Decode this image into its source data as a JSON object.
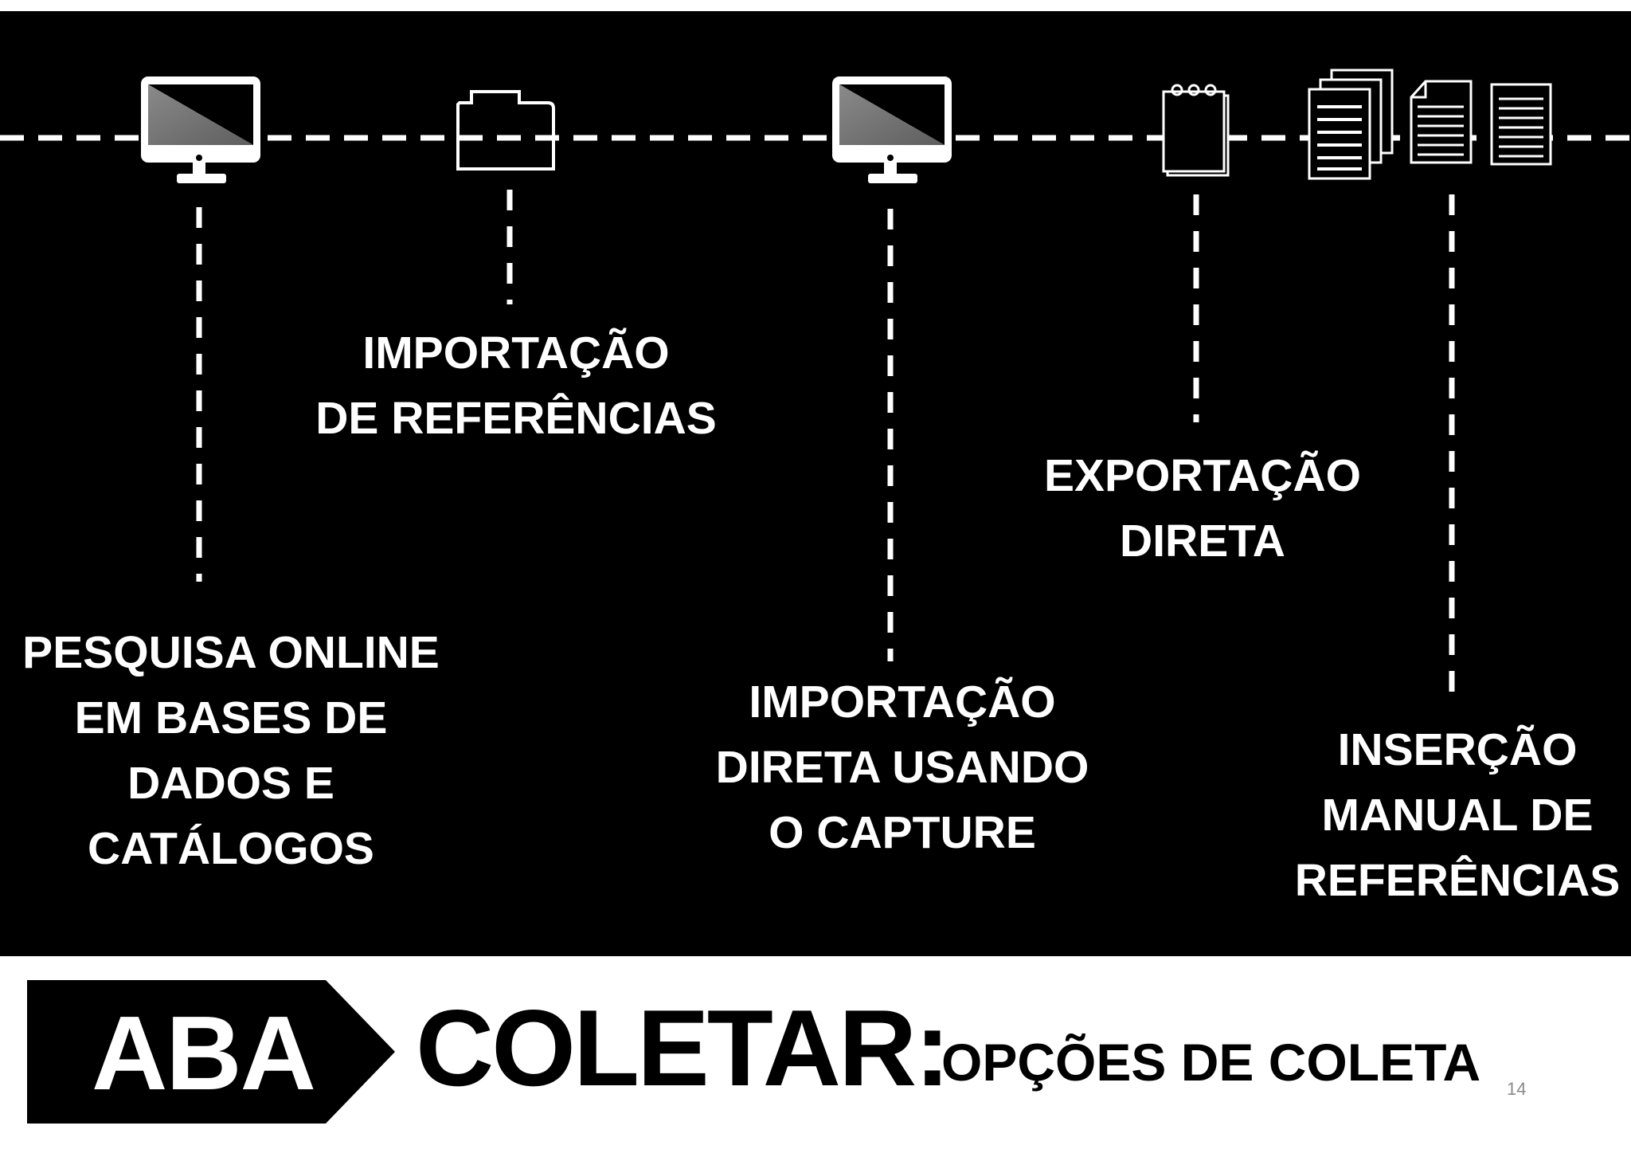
{
  "slide": {
    "colors": {
      "background": "#000000",
      "foreground": "#ffffff",
      "screen_gradient": "#777777"
    },
    "options": [
      {
        "icon": "monitor-icon",
        "lines": [
          "PESQUISA ONLINE",
          "EM BASES DE",
          "DADOS E",
          "CATÁLOGOS"
        ]
      },
      {
        "icon": "folder-icon",
        "lines": [
          "IMPORTAÇÃO",
          "DE REFERÊNCIAS"
        ]
      },
      {
        "icon": "monitor-icon",
        "lines": [
          "IMPORTAÇÃO",
          "DIRETA USANDO",
          "O CAPTURE"
        ]
      },
      {
        "icon": "notepad-icon",
        "lines": [
          "EXPORTAÇÃO",
          "DIRETA"
        ]
      },
      {
        "icon": "documents-icon",
        "lines": [
          "INSERÇÃO",
          "MANUAL DE",
          "REFERÊNCIAS"
        ]
      }
    ],
    "footer": {
      "tag": "ABA",
      "title": "COLETAR:",
      "subtitle": "OPÇÕES DE COLETA",
      "page_number": "14"
    }
  }
}
